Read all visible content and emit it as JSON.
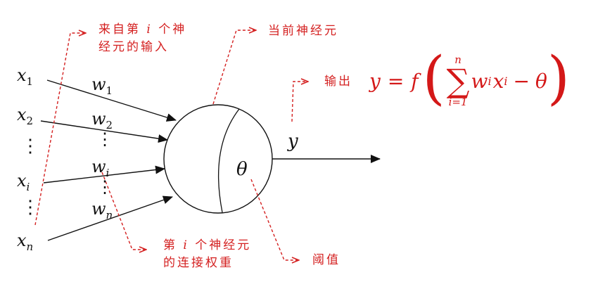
{
  "colors": {
    "diagram_stroke": "#111111",
    "annotation": "#d42020",
    "background": "#ffffff"
  },
  "inputs": [
    {
      "symbol": "x",
      "sub": "1"
    },
    {
      "symbol": "x",
      "sub": "2"
    },
    {
      "symbol": "x",
      "sub": "i"
    },
    {
      "symbol": "x",
      "sub": "n"
    }
  ],
  "weights": [
    {
      "symbol": "w",
      "sub": "1"
    },
    {
      "symbol": "w",
      "sub": "2"
    },
    {
      "symbol": "w",
      "sub": "i"
    },
    {
      "symbol": "w",
      "sub": "n"
    }
  ],
  "vertical_ellipsis": "⋮",
  "neuron": {
    "threshold_symbol": "θ"
  },
  "output": {
    "symbol": "y"
  },
  "annotations": {
    "input_source": {
      "line1_a": "来自第",
      "line1_i": "i",
      "line1_b": "个神",
      "line2": "经元的输入"
    },
    "current_neuron": "当前神经元",
    "output_label": "输出",
    "weight": {
      "line1_a": "第",
      "line1_i": "i",
      "line1_b": "个神经元",
      "line2": "的连接权重"
    },
    "threshold": "阈值"
  },
  "formula": {
    "lhs": "y",
    "equals": "=",
    "func": "f",
    "lparen": "(",
    "sigma": "∑",
    "upper": "n",
    "lower": "i=1",
    "w": "w",
    "w_sub": "i",
    "x": "x",
    "x_sub": "i",
    "minus": "−",
    "theta": "θ",
    "rparen": ")"
  }
}
